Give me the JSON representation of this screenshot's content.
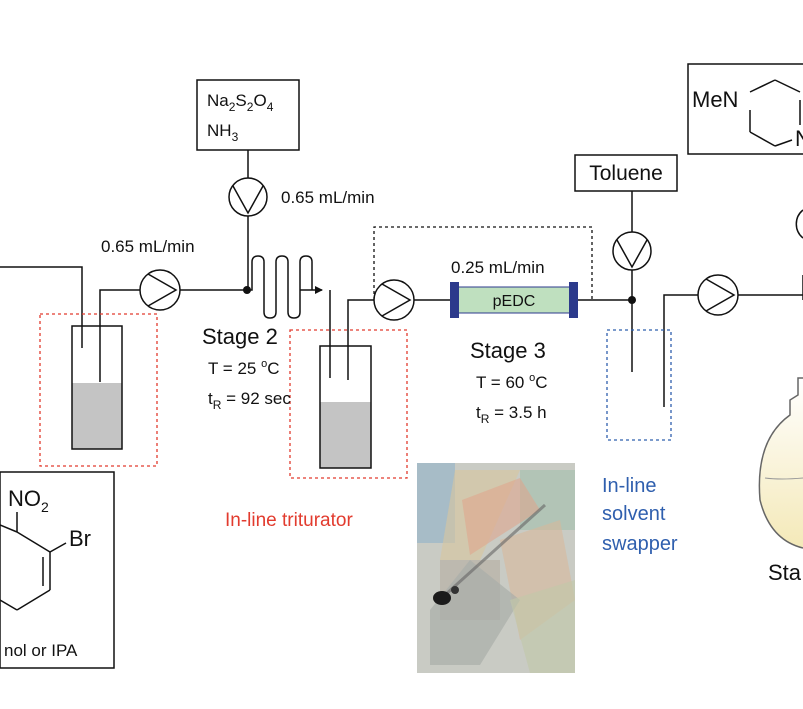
{
  "reagents": {
    "na2s2o4": {
      "na": "Na",
      "sub2a": "2",
      "s": "S",
      "sub2b": "2",
      "o": "O",
      "sub4": "4"
    },
    "nh3": {
      "nh": "NH",
      "sub3": "3"
    },
    "toluene": "Toluene"
  },
  "flow_rates": {
    "left": "0.65 mL/min",
    "top": "0.65 mL/min",
    "stage3": "0.25 mL/min"
  },
  "column_label": "pEDC",
  "stage2": {
    "title": "Stage 2",
    "temp_prefix": "T = 25 ",
    "temp_unit": "o",
    "temp_c": "C",
    "tr_t": "t",
    "tr_sub": "R",
    "tr_value": " = 92 sec"
  },
  "stage3": {
    "title": "Stage 3",
    "temp_prefix": "T = 60 ",
    "temp_unit": "o",
    "temp_c": "C",
    "tr_t": "t",
    "tr_sub": "R",
    "tr_value": " = 3.5 h"
  },
  "triturator_label": "In-line triturator",
  "swapper_label": {
    "line1": "In-line",
    "line2": "solvent",
    "line3": "swapper"
  },
  "stage_cut_label": "Sta",
  "structure_left": {
    "no2": "NO",
    "no2_sub": "2",
    "br": "Br",
    "solvent": "nol or IPA"
  },
  "structure_right": {
    "me": "MeN",
    "n": "N"
  },
  "colors": {
    "red_box": "#e23b2e",
    "blue_box": "#2f5fae",
    "column_fill": "#bfe0bf",
    "column_cap": "#2c3a8c",
    "liquid": "#c4c4c4"
  }
}
